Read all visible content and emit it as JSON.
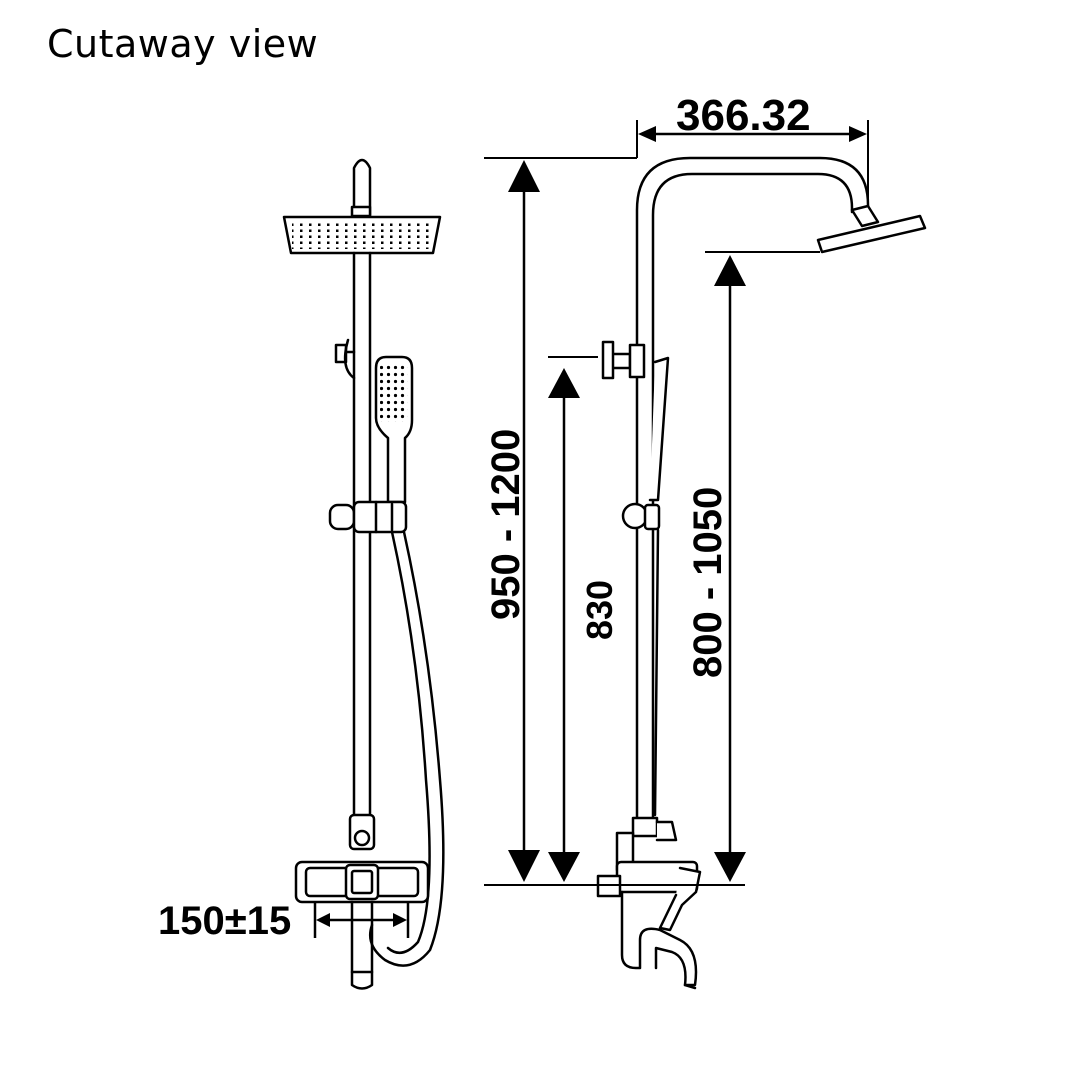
{
  "title": "Cutaway view",
  "dimensions": {
    "arm_reach": "366.32",
    "total_height": "950 - 1200",
    "holder_height": "830",
    "head_height": "800 - 1050",
    "inlet_spacing": "150±15"
  },
  "colors": {
    "line": "#000000",
    "background": "#ffffff"
  }
}
